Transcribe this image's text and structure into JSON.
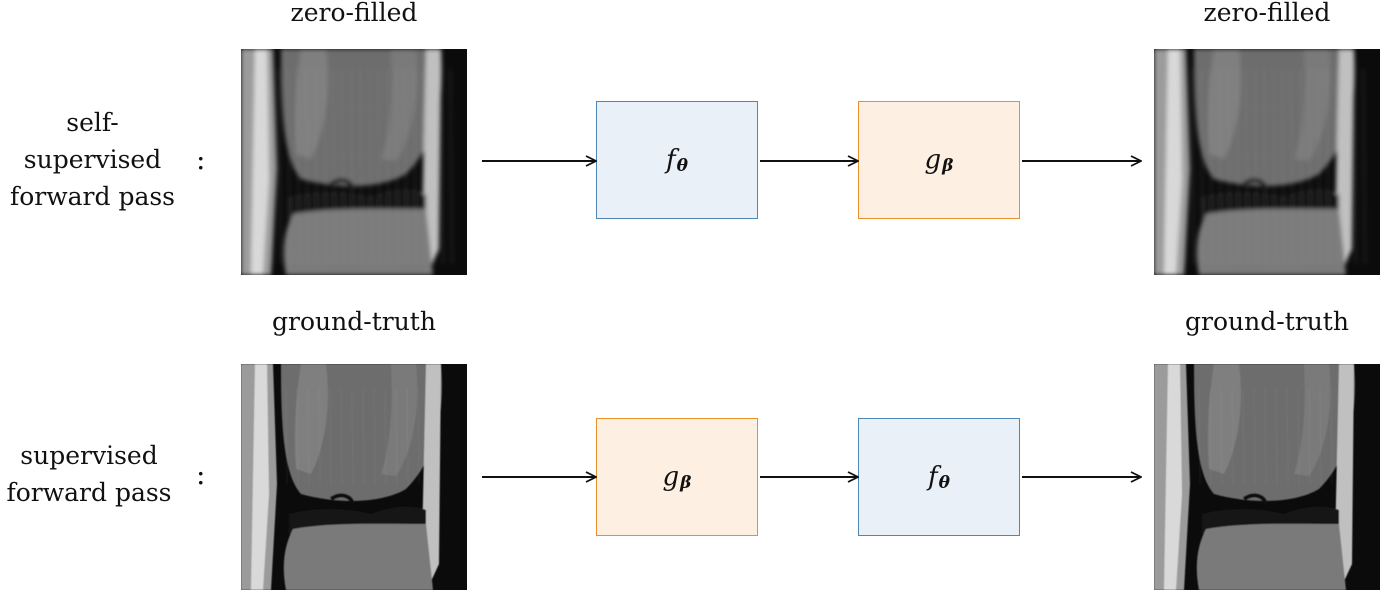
{
  "rows": [
    {
      "label_lines": [
        "self-",
        "supervised",
        "forward pass"
      ],
      "colon": ":",
      "input_caption": "zero-filled",
      "output_caption": "zero-filled",
      "blocks": [
        {
          "symbol": "f",
          "subscript": "θ",
          "color": "#e9f0f8",
          "border": "#4f86b5"
        },
        {
          "symbol": "g",
          "subscript": "β",
          "color": "#fdf0e3",
          "border": "#e8902a"
        }
      ]
    },
    {
      "label_lines": [
        "supervised",
        "forward pass"
      ],
      "colon": ":",
      "input_caption": "ground-truth",
      "output_caption": "ground-truth",
      "blocks": [
        {
          "symbol": "g",
          "subscript": "β",
          "color": "#fdf0e3",
          "border": "#e8902a"
        },
        {
          "symbol": "f",
          "subscript": "θ",
          "color": "#e9f0f8",
          "border": "#4f86b5"
        }
      ]
    }
  ],
  "images": [
    {
      "name": "knee-mri-zero-filled-input",
      "style": "blurred"
    },
    {
      "name": "knee-mri-zero-filled-output",
      "style": "blurred"
    },
    {
      "name": "knee-mri-ground-truth-input",
      "style": "sharp"
    },
    {
      "name": "knee-mri-ground-truth-output",
      "style": "sharp"
    }
  ]
}
